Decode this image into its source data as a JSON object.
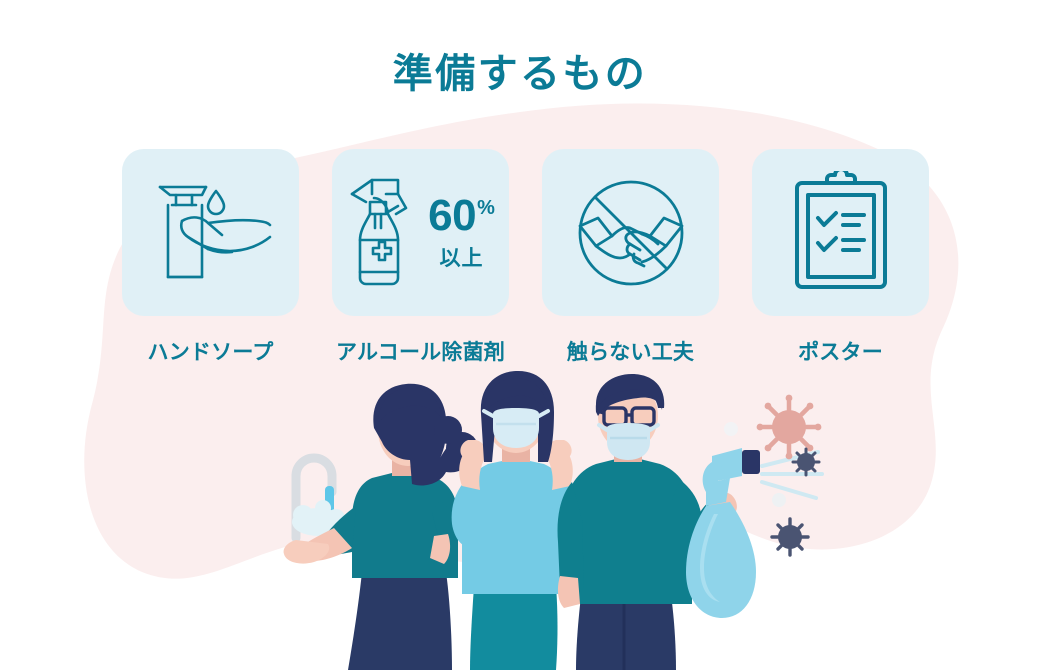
{
  "page": {
    "title": "準備するもの",
    "background_color": "#ffffff",
    "blob_color": "#fbeeee",
    "accent_color": "#0b7b96",
    "tile_color": "#e0f0f6"
  },
  "cards": [
    {
      "icon": "soap-dispenser-hand-icon",
      "label": "ハンドソープ"
    },
    {
      "icon": "spray-bottle-icon",
      "label": "アルコール除菌剤",
      "percent_number": "60",
      "percent_sign": "%",
      "percent_sub": "以上"
    },
    {
      "icon": "no-handshake-icon",
      "label": "触らない工夫"
    },
    {
      "icon": "clipboard-checklist-icon",
      "label": "ポスター"
    }
  ],
  "illustration": {
    "name": "three-people-hygiene-illustration",
    "figures": [
      {
        "name": "woman-washing-hands",
        "shirt_color": "#117b8c",
        "skirt_color": "#2a3a66",
        "hair_color": "#2a3566",
        "skin_color": "#f4c4b4"
      },
      {
        "name": "woman-wearing-mask",
        "shirt_color": "#74cbe5",
        "pants_color": "#128c9e",
        "hair_color": "#2a3566",
        "skin_color": "#f7cdbd",
        "mask_color": "#d7ecf5"
      },
      {
        "name": "man-with-spray-bottle",
        "sweater_color": "#0f7f8e",
        "pants_color": "#2a3a66",
        "hair_color": "#2a3566",
        "skin_color": "#f4c4b4",
        "mask_color": "#cfe7f2",
        "glasses_color": "#2a3566"
      }
    ],
    "objects": [
      {
        "name": "faucet",
        "color": "#d9dde2"
      },
      {
        "name": "water-stream",
        "color": "#5ec6e8"
      },
      {
        "name": "soap-foam",
        "color": "#dff1f7"
      },
      {
        "name": "spray-bottle",
        "color": "#8fd4ea"
      },
      {
        "name": "spray-mist",
        "color": "#cfe9f2"
      }
    ],
    "germs": [
      {
        "name": "virus-particle-pink",
        "color": "#e3a79f"
      },
      {
        "name": "germ-dot-navy-small",
        "color": "#4a5472"
      },
      {
        "name": "germ-dot-navy-large",
        "color": "#4a5472"
      },
      {
        "name": "germ-dot-faint",
        "color": "#e8edf0"
      }
    ]
  }
}
